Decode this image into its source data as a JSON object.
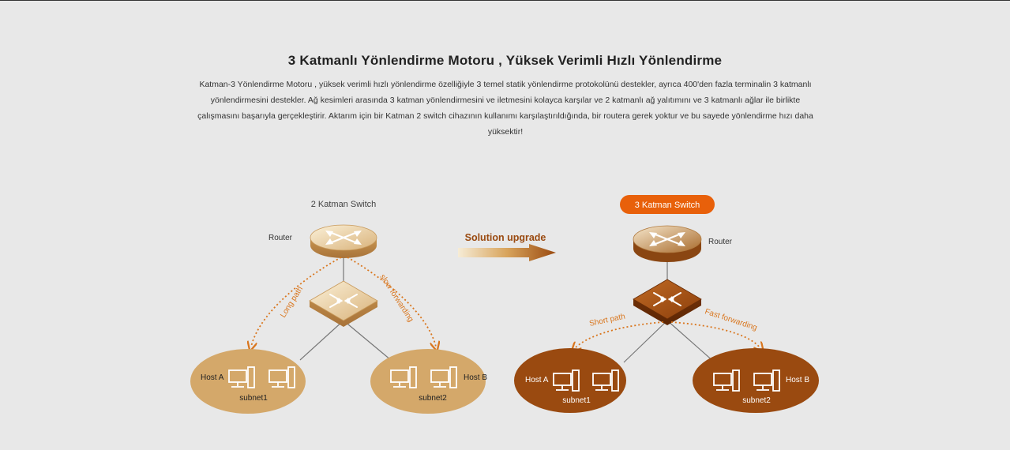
{
  "header": {
    "title": "3 Katmanlı Yönlendirme Motoru ,  Yüksek Verimli Hızlı Yönlendirme",
    "description_lines": [
      "Katman-3 Yönlendirme Motoru , yüksek verimli hızlı yönlendirme özelliğiyle 3 temel statik yönlendirme protokolünü destekler, ayrıca 400'den fazla terminalin 3 katmanlı",
      "yönlendirmesini destekler. Ağ kesimleri arasında 3 katman yönlendirmesini ve iletmesini kolayca karşılar ve 2 katmanlı ağ yalıtımını ve 3 katmanlı ağlar ile birlikte",
      "çalışmasını başarıyla gerçekleştirir. Aktarım için bir Katman 2 switch cihazının kullanımı karşılaştırıldığında, bir routera gerek yoktur ve bu sayede yönlendirme hızı daha",
      "yüksektir!"
    ]
  },
  "left": {
    "heading": "2 Katman Switch",
    "router_label": "Router",
    "path_left": "Long path",
    "path_right": "slow forwarding",
    "host_a": "Host A",
    "host_b": "Host B",
    "subnet1": "subnet1",
    "subnet2": "subnet2"
  },
  "middle": {
    "upgrade_label": "Solution upgrade"
  },
  "right": {
    "badge": "3 Katman Switch",
    "router_label": "Router",
    "path_left": "Short path",
    "path_right": "Fast forwarding",
    "host_a": "Host A",
    "host_b": "Host B",
    "subnet1": "subnet1",
    "subnet2": "subnet2"
  },
  "colors": {
    "orange": "#e8600a",
    "tan": "#d4a86a",
    "brown": "#9a4a10",
    "path_orange": "#d9761e"
  }
}
